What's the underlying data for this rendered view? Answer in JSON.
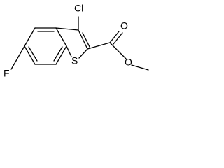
{
  "diagram": {
    "atom_labels": {
      "chlorine": "Cl",
      "fluorine": "F",
      "sulfur": "S",
      "carbonyl_oxygen": "O",
      "ester_oxygen": "O"
    },
    "colors": {
      "bond": "#000000",
      "background": "#ffffff"
    }
  }
}
